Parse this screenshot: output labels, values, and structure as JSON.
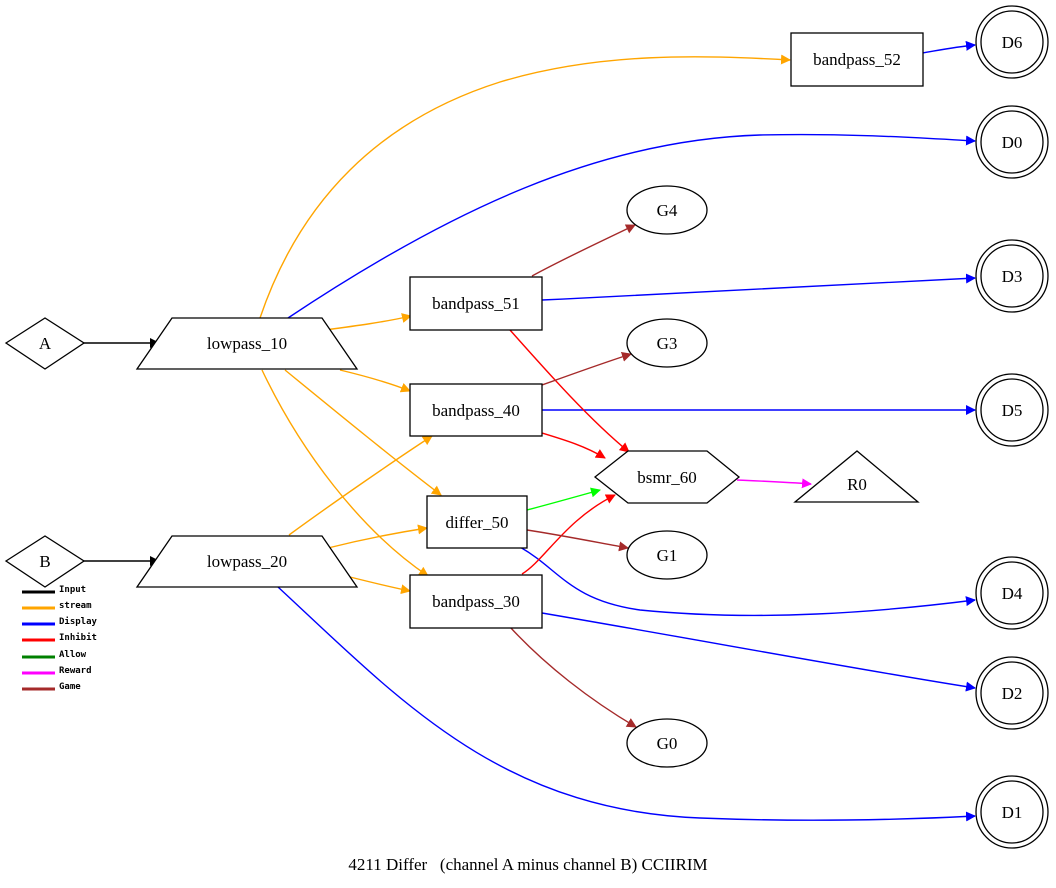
{
  "caption": "4211 Differ   (channel A minus channel B) CCIIRIM",
  "colors": {
    "input": "#000000",
    "stream": "#FFA500",
    "display": "#0000FF",
    "inhibit": "#FF0000",
    "allow": "#00FF00",
    "legend_allow": "#008000",
    "reward": "#FF00FF",
    "game": "#A52A2A"
  },
  "nodes": {
    "A": "A",
    "B": "B",
    "lowpass_10": "lowpass_10",
    "lowpass_20": "lowpass_20",
    "bandpass_51": "bandpass_51",
    "bandpass_40": "bandpass_40",
    "differ_50": "differ_50",
    "bandpass_30": "bandpass_30",
    "bandpass_52": "bandpass_52",
    "bsmr_60": "bsmr_60",
    "R0": "R0",
    "G4": "G4",
    "G3": "G3",
    "G1": "G1",
    "G0": "G0",
    "D6": "D6",
    "D0": "D0",
    "D3": "D3",
    "D5": "D5",
    "D4": "D4",
    "D2": "D2",
    "D1": "D1"
  },
  "legend": [
    {
      "label": "Input",
      "color": "#000000"
    },
    {
      "label": "stream",
      "color": "#FFA500"
    },
    {
      "label": "Display",
      "color": "#0000FF"
    },
    {
      "label": "Inhibit",
      "color": "#FF0000"
    },
    {
      "label": "Allow",
      "color": "#008000"
    },
    {
      "label": "Reward",
      "color": "#FF00FF"
    },
    {
      "label": "Game",
      "color": "#A52A2A"
    }
  ]
}
